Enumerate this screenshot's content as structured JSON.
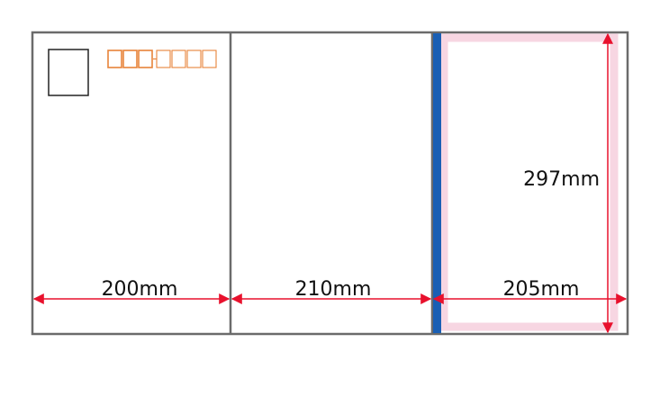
{
  "panels": [
    {
      "width_label": "200mm"
    },
    {
      "width_label": "210mm"
    },
    {
      "width_label": "205mm",
      "height_label": "297mm"
    }
  ],
  "postal_box_count": 7,
  "colors": {
    "outline": "#6b6b6b",
    "dimension_arrow": "#e8112d",
    "postal_code": "#e8833a",
    "spine": "#1a5fb4",
    "bleed": "#f7d6e2",
    "stamp_box": "#222222"
  }
}
